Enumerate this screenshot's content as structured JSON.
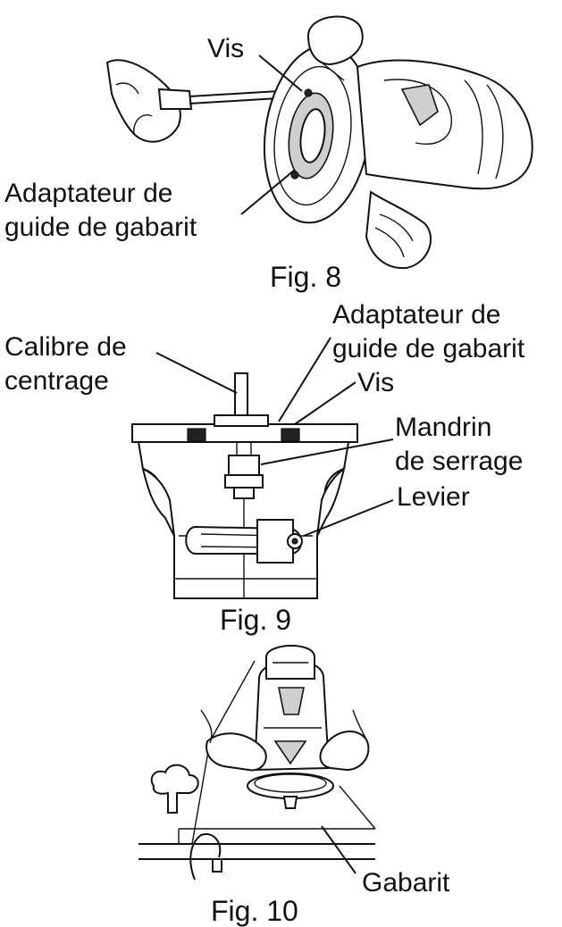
{
  "fig8": {
    "caption": "Fig. 8",
    "labels": {
      "screw": "Vis",
      "adapter_line1": "Adaptateur de",
      "adapter_line2": "guide de gabarit"
    }
  },
  "fig9": {
    "caption": "Fig. 9",
    "labels": {
      "gauge_line1": "Calibre de",
      "gauge_line2": "centrage",
      "adapter_line1": "Adaptateur de",
      "adapter_line2": "guide de gabarit",
      "screw": "Vis",
      "collet_line1": "Mandrin",
      "collet_line2": "de serrage",
      "lever": "Levier"
    }
  },
  "fig10": {
    "caption": "Fig. 10",
    "labels": {
      "template": "Gabarit"
    }
  }
}
